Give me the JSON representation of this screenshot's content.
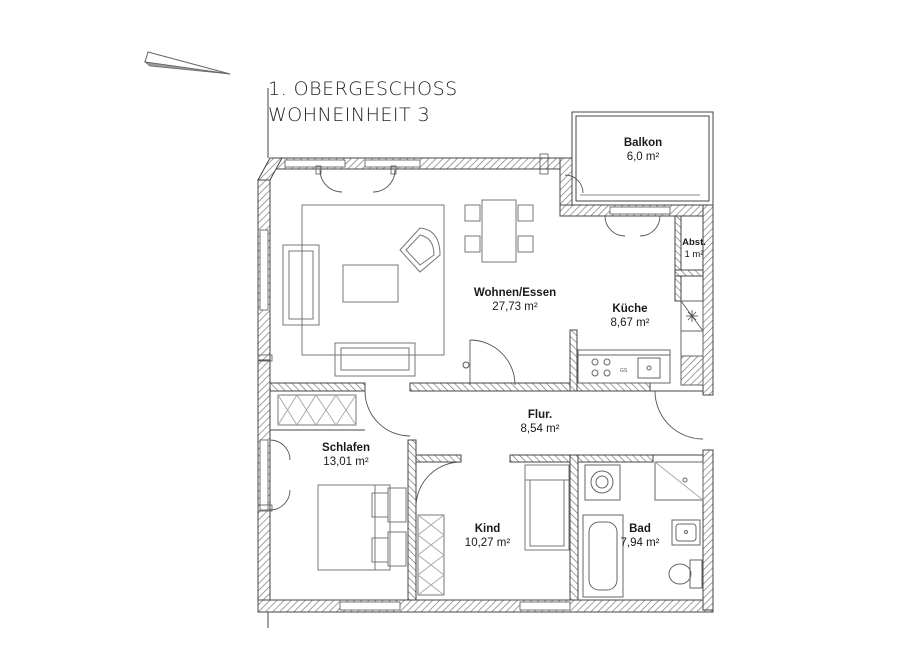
{
  "header": {
    "floor": "1. OBERGESCHOSS",
    "unit": "WOHNEINHEIT 3"
  },
  "icons": {
    "north": "north-arrow-icon"
  },
  "rooms": {
    "balkon": {
      "name": "Balkon",
      "area": "6,0 m²"
    },
    "abst": {
      "name": "Abst.",
      "area": "1 m²"
    },
    "wohnen": {
      "name": "Wohnen/Essen",
      "area": "27,73 m²"
    },
    "kueche": {
      "name": "Küche",
      "area": "8,67 m²"
    },
    "flur": {
      "name": "Flur.",
      "area": "8,54 m²"
    },
    "schlafen": {
      "name": "Schlafen",
      "area": "13,01 m²"
    },
    "kind": {
      "name": "Kind",
      "area": "10,27 m²"
    },
    "bad": {
      "name": "Bad",
      "area": "7,94 m²"
    }
  },
  "kitchen_label": "GS",
  "colors": {
    "wall": "#555555",
    "hatch": "#8a8a8a",
    "line": "#333333",
    "furniture": "#777777"
  }
}
